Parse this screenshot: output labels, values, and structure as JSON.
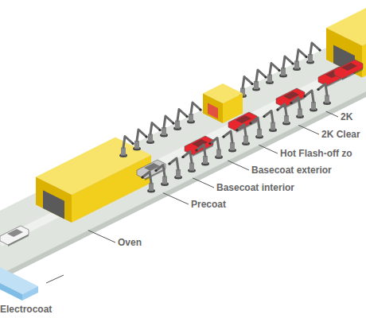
{
  "diagram": {
    "labels": [
      "2K",
      "2K Clear",
      "Hot Flash-off zo",
      "Basecoat exterior",
      "Basecoat interior",
      "Precoat",
      "Oven",
      "Electrocoat"
    ]
  }
}
